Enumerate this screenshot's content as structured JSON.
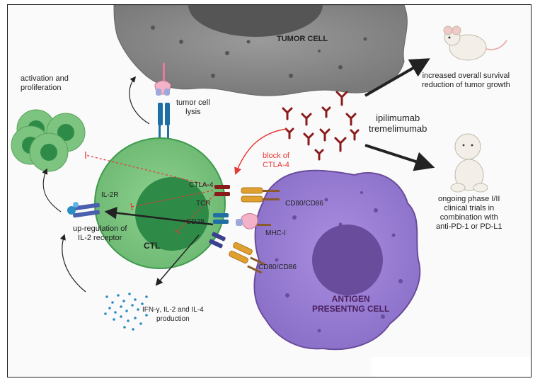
{
  "labels": {
    "tumor_cell": "TUMOR CELL",
    "activation_line1": "activation and",
    "activation_line2": "proliferation",
    "tumor_lysis_line1": "tumor cell",
    "tumor_lysis_line2": "lysis",
    "drug_line1": "ipilimumab",
    "drug_line2": "tremelimumab",
    "block_line1": "block of",
    "block_line2": "CTLA-4",
    "survival_line1": "increased overall survival",
    "survival_line2": "reduction of tumor growth",
    "trials_line1": "ongoing phase I/II",
    "trials_line2": "clinical trials in",
    "trials_line3": "combination with",
    "trials_line4": "anti-PD-1 or PD-L1",
    "il2r": "IL-2R",
    "ctla4": "CTLA-4",
    "tcr": "TCR",
    "cd28": "CD28",
    "ctl": "CTL",
    "cd80_cd86_top": "CD80/CD86",
    "mhc1": "MHC-I",
    "cd80_cd86_bottom": "CD80/CD86",
    "upreg_line1": "up-regulation of",
    "upreg_line2": "IL-2 receptor",
    "cytokine_line1": "IFN-γ, IL-2 and IL-4",
    "cytokine_line2": "production",
    "apc_line1": "ANTIGEN",
    "apc_line2": "PRESENTNG CELL"
  },
  "colors": {
    "tumor": "#8e8e8e",
    "tumor_nucleus": "#555555",
    "ctl": "#7cc47f",
    "ctl_nucleus": "#2e8b47",
    "apc": "#9b7fd4",
    "apc_nucleus": "#6a4c9c",
    "antibody": "#8b1a1a",
    "block_red": "#e53935",
    "cytokine_blue": "#2b8cc4"
  }
}
